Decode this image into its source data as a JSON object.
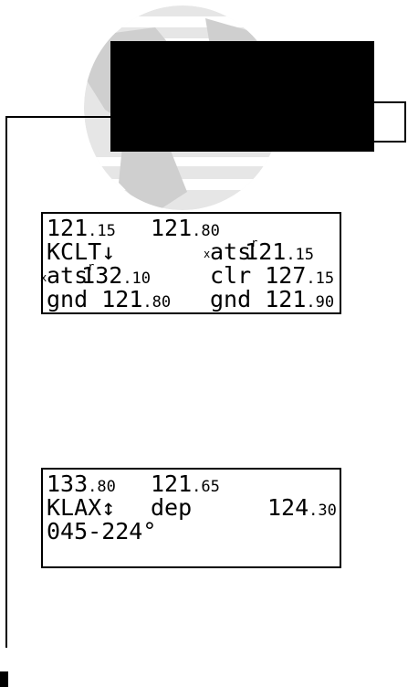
{
  "colors": {
    "watermark": "#d6d6d6",
    "callout": "#000000",
    "ink": "#000000"
  },
  "icons": {
    "watermark": "globe-watermark-icon"
  },
  "display1": {
    "active_com": {
      "int": "121",
      "frac": ".15"
    },
    "standby_com": {
      "int": "121",
      "frac": ".80"
    },
    "airport": "KCLT",
    "arrow": "↓",
    "r1_right": {
      "label": "ats",
      "sup": "r",
      "sub": "x",
      "int": "121",
      "frac": ".15"
    },
    "r2_left": {
      "label": "ats",
      "sup": "r",
      "sub": "x",
      "int": "132",
      "frac": ".10"
    },
    "r2_right": {
      "label": "clr",
      "int": "127",
      "frac": ".15"
    },
    "r3_left": {
      "label": "gnd",
      "int": "121",
      "frac": ".80"
    },
    "r3_right": {
      "label": "gnd",
      "int": "121",
      "frac": ".90"
    }
  },
  "display2": {
    "active_com": {
      "int": "133",
      "frac": ".80"
    },
    "standby_com": {
      "int": "121",
      "frac": ".65"
    },
    "airport": "KLAX",
    "arrow": "↕",
    "mid_label": "dep",
    "right": {
      "int": "124",
      "frac": ".30"
    },
    "radials": "045-224°"
  }
}
